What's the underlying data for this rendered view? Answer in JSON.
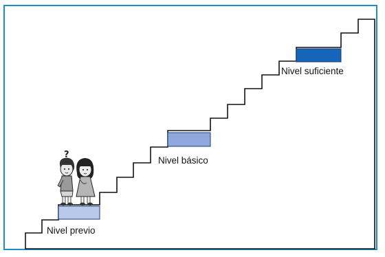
{
  "levels": [
    {
      "label": "Nivel previo",
      "marker_color": "#b9c9ea"
    },
    {
      "label": "Nivel básico",
      "marker_color": "#8ea7dc"
    },
    {
      "label": "Nivel suficiente",
      "marker_color": "#1565b8"
    }
  ],
  "colors": {
    "frame_border": "#1d8dc7",
    "stair_line": "#111111",
    "marker_outline": "#1f3f7a"
  },
  "illustration": {
    "subject": "two-children-with-question-mark",
    "icon": "question-mark-icon"
  }
}
